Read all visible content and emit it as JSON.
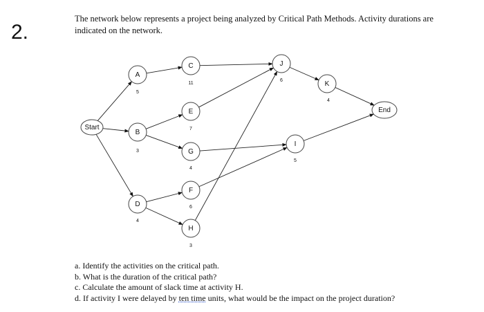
{
  "question_number": "2.",
  "intro": "The network below represents a project being analyzed by Critical Path Methods. Activity durations are indicated on the network.",
  "network": {
    "nodes": [
      {
        "id": "start",
        "label": "Start",
        "duration": ""
      },
      {
        "id": "A",
        "label": "A",
        "duration": "5"
      },
      {
        "id": "B",
        "label": "B",
        "duration": "3"
      },
      {
        "id": "D",
        "label": "D",
        "duration": "4"
      },
      {
        "id": "C",
        "label": "C",
        "duration": "11"
      },
      {
        "id": "E",
        "label": "E",
        "duration": "7"
      },
      {
        "id": "G",
        "label": "G",
        "duration": "4"
      },
      {
        "id": "F",
        "label": "F",
        "duration": "6"
      },
      {
        "id": "H",
        "label": "H",
        "duration": "3"
      },
      {
        "id": "J",
        "label": "J",
        "duration": "6"
      },
      {
        "id": "I",
        "label": "I",
        "duration": "5"
      },
      {
        "id": "K",
        "label": "K",
        "duration": "4"
      },
      {
        "id": "end",
        "label": "End",
        "duration": ""
      }
    ],
    "edges": [
      [
        "start",
        "A"
      ],
      [
        "start",
        "B"
      ],
      [
        "start",
        "D"
      ],
      [
        "A",
        "C"
      ],
      [
        "B",
        "E"
      ],
      [
        "B",
        "G"
      ],
      [
        "D",
        "F"
      ],
      [
        "D",
        "H"
      ],
      [
        "C",
        "J"
      ],
      [
        "E",
        "J"
      ],
      [
        "H",
        "J"
      ],
      [
        "G",
        "I"
      ],
      [
        "F",
        "I"
      ],
      [
        "J",
        "K"
      ],
      [
        "K",
        "end"
      ],
      [
        "I",
        "end"
      ]
    ]
  },
  "questions": {
    "a": "a. Identify the activities on the critical path.",
    "b": "b. What is the duration of the critical path?",
    "c": "c. Calculate the amount of slack time at activity H.",
    "d_prefix": "d. If activity I were delayed by ",
    "d_link": "ten time",
    "d_suffix": " units, what would be the impact on the project duration?"
  }
}
